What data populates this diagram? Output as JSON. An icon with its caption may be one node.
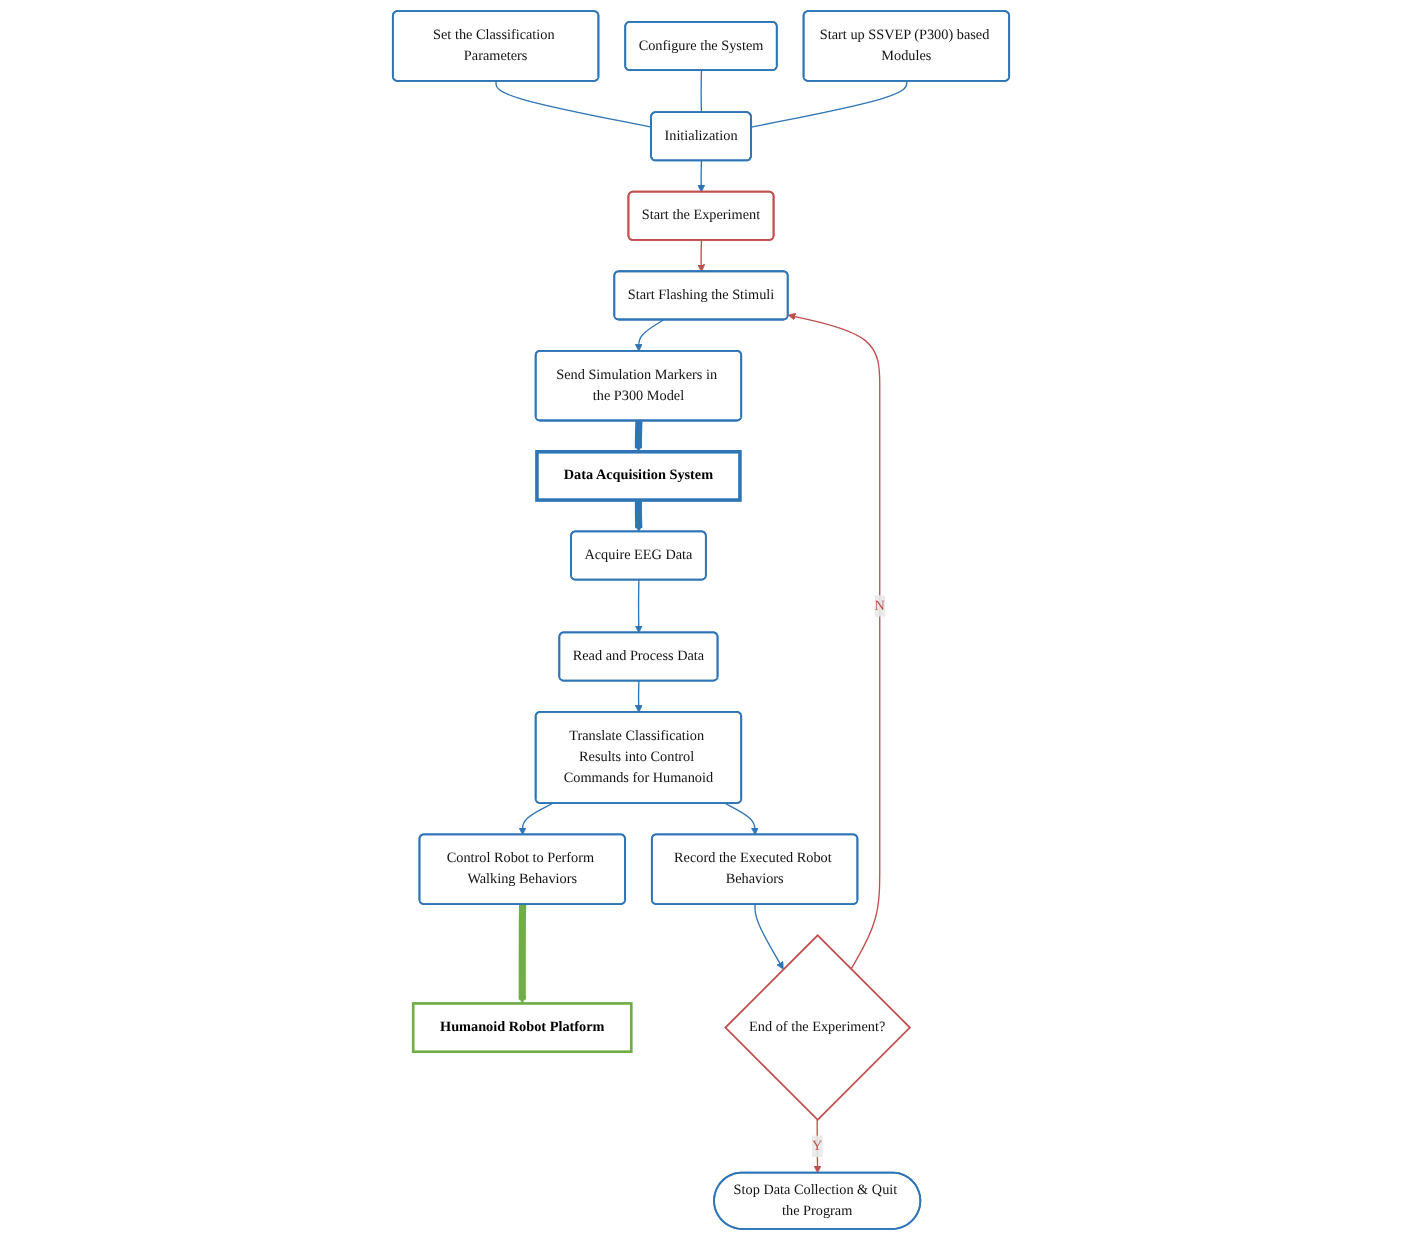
{
  "diagram": {
    "nodes": [
      {
        "text": [
          "Set the Classification Parameters"
        ]
      },
      {
        "text": [
          "Configure the System"
        ]
      },
      {
        "text": [
          "Start up SSVEP (P300) based Modules"
        ]
      },
      {
        "text": [
          "Initialization"
        ]
      },
      {
        "text": [
          "Start the Experiment"
        ]
      },
      {
        "text": [
          "Send Simulation Markers in the P300 Model"
        ]
      },
      {
        "text": [
          "Start Flashing the Stimuli"
        ]
      },
      {
        "text": [
          "Data Acquisition System"
        ]
      },
      {
        "text": [
          "Acquire EEG Data"
        ]
      },
      {
        "text": [
          "Read and Process Data"
        ]
      },
      {
        "text": [
          "Humanoid Robot Platform"
        ]
      },
      {
        "text": [
          "Control Robot to Perform Walking Behaviors"
        ]
      },
      {
        "text": [
          "Translate Classification Results into Control Commands for Humanoid"
        ]
      },
      {
        "text": [
          "Record the Executed Robot Behaviors"
        ]
      },
      {
        "text": [
          "End of the Experiment?"
        ]
      },
      {
        "text": [
          "Stop Data Collection & Quit the Program"
        ]
      }
    ],
    "edges": [
      {
        "from": 0,
        "to": 3,
        "arrow": "none"
      },
      {
        "from": 1,
        "to": 3,
        "arrow": "none"
      },
      {
        "from": 2,
        "to": 3,
        "arrow": "none"
      },
      {
        "from": 3,
        "to": 4,
        "arrow": "to"
      },
      {
        "from": 4,
        "to": 6,
        "arrow": "to",
        "color": "#c0504d"
      },
      {
        "from": 6,
        "to": 5,
        "arrow": "to"
      },
      {
        "from": 5,
        "to": 7,
        "arrow": "to",
        "style": "thick"
      },
      {
        "from": 7,
        "to": 8,
        "arrow": "to",
        "style": "thick"
      },
      {
        "from": 8,
        "to": 9,
        "arrow": "to"
      },
      {
        "from": 9,
        "to": 12,
        "arrow": "to"
      },
      {
        "from": 12,
        "to": 11,
        "arrow": "to"
      },
      {
        "from": 11,
        "to": 10,
        "arrow": "to",
        "style": "thick",
        "color": "#70ad47"
      },
      {
        "from": 12,
        "to": 13,
        "arrow": "to"
      },
      {
        "from": 13,
        "to": 14,
        "arrow": "to"
      },
      {
        "from": 14,
        "to": 15,
        "label": "Y",
        "arrow": "to",
        "color": "#c0504d"
      },
      {
        "from": 14,
        "to": 6,
        "label": "N",
        "arrow": "to",
        "color": "#c0504d"
      }
    ]
  }
}
